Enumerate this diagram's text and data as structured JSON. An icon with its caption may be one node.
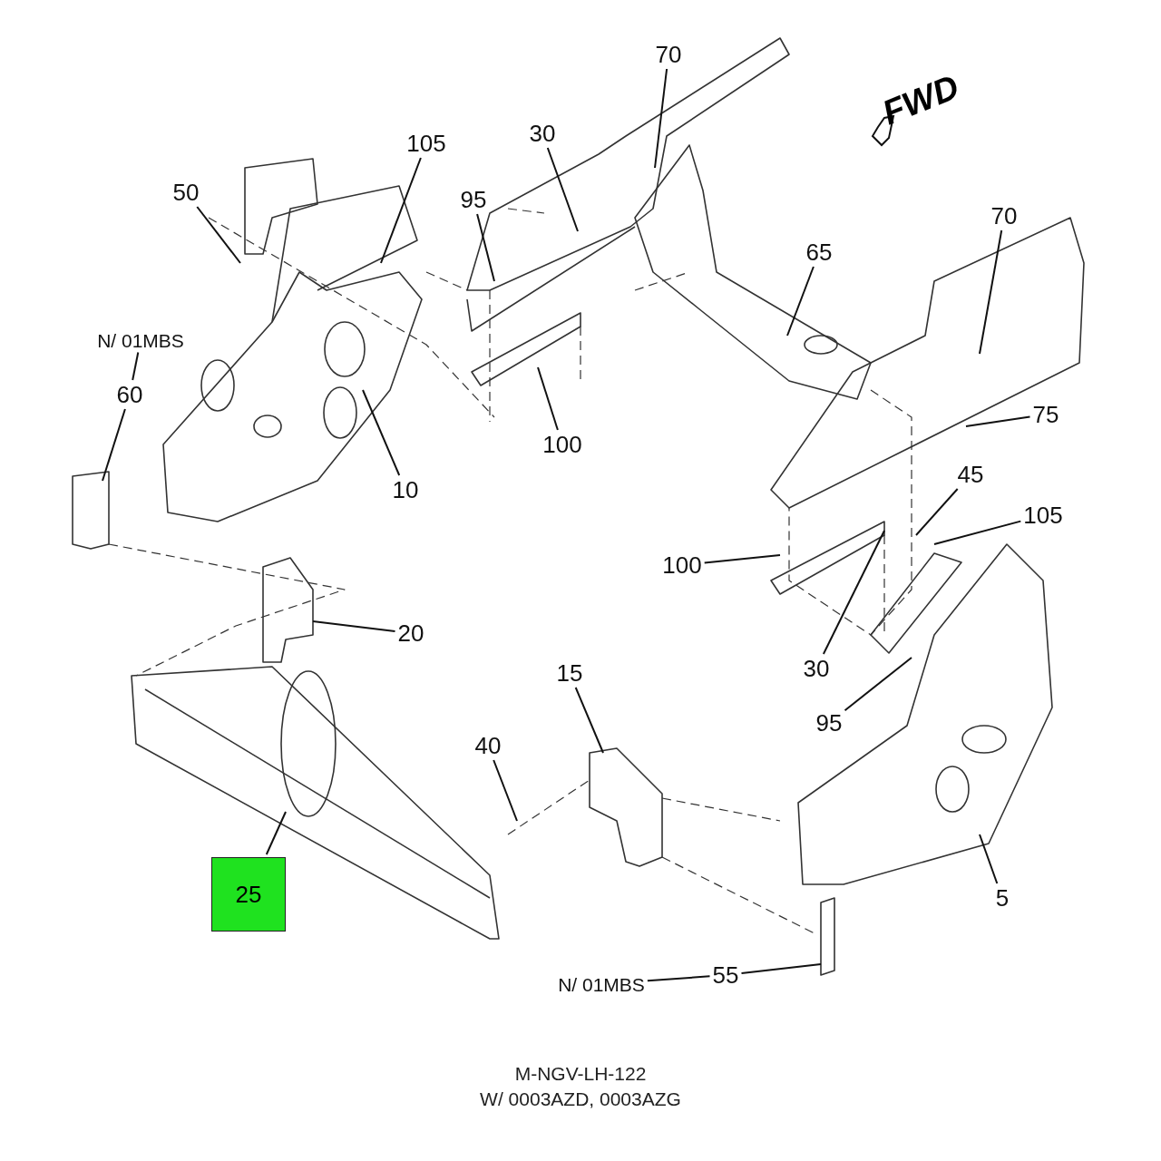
{
  "diagram": {
    "nodes": [
      {
        "text": [
          "70"
        ]
      },
      {
        "text": [
          "105"
        ]
      },
      {
        "text": [
          "30"
        ]
      },
      {
        "text": [
          "50"
        ]
      },
      {
        "text": [
          "95"
        ]
      },
      {
        "text": [
          "70"
        ]
      },
      {
        "text": [
          "65"
        ]
      },
      {
        "text": [
          "N/ 01MBS"
        ]
      },
      {
        "text": [
          "60"
        ]
      },
      {
        "text": [
          "75"
        ]
      },
      {
        "text": [
          "100"
        ]
      },
      {
        "text": [
          "10"
        ]
      },
      {
        "text": [
          "45"
        ]
      },
      {
        "text": [
          "105"
        ]
      },
      {
        "text": [
          "100"
        ]
      },
      {
        "text": [
          "20"
        ]
      },
      {
        "text": [
          "30"
        ]
      },
      {
        "text": [
          "15"
        ]
      },
      {
        "text": [
          "95"
        ]
      },
      {
        "text": [
          "40"
        ]
      },
      {
        "text": [
          "5"
        ]
      },
      {
        "text": [
          "25"
        ]
      },
      {
        "text": [
          "N/ 01MBS"
        ]
      },
      {
        "text": [
          "55"
        ]
      }
    ],
    "edges": [
      {
        "from": 0,
        "to": null,
        "arrow": "none"
      },
      {
        "from": 1,
        "to": null,
        "arrow": "none"
      },
      {
        "from": 2,
        "to": null,
        "arrow": "none"
      },
      {
        "from": 3,
        "to": null,
        "arrow": "none"
      },
      {
        "from": 4,
        "to": null,
        "arrow": "none"
      },
      {
        "from": 5,
        "to": null,
        "arrow": "none"
      },
      {
        "from": 6,
        "to": null,
        "arrow": "none"
      },
      {
        "from": 7,
        "to": 8,
        "arrow": "none"
      },
      {
        "from": 8,
        "to": null,
        "arrow": "none"
      },
      {
        "from": 9,
        "to": null,
        "arrow": "none"
      },
      {
        "from": 10,
        "to": null,
        "arrow": "none"
      },
      {
        "from": 11,
        "to": null,
        "arrow": "none"
      },
      {
        "from": 12,
        "to": null,
        "arrow": "none"
      },
      {
        "from": 13,
        "to": null,
        "arrow": "none"
      },
      {
        "from": 14,
        "to": null,
        "arrow": "none"
      },
      {
        "from": 15,
        "to": null,
        "arrow": "none"
      },
      {
        "from": 16,
        "to": null,
        "arrow": "none"
      },
      {
        "from": 17,
        "to": null,
        "arrow": "none"
      },
      {
        "from": 18,
        "to": null,
        "arrow": "none"
      },
      {
        "from": 19,
        "to": null,
        "arrow": "none"
      },
      {
        "from": 20,
        "to": null,
        "arrow": "none"
      },
      {
        "from": 21,
        "to": null,
        "arrow": "none"
      },
      {
        "from": 22,
        "to": 23,
        "arrow": "none"
      },
      {
        "from": 23,
        "to": null,
        "arrow": "none"
      }
    ],
    "labels": [
      "FWD",
      "M-NGV-LH-122",
      "W/ 0003AZD, 0003AZG"
    ]
  }
}
